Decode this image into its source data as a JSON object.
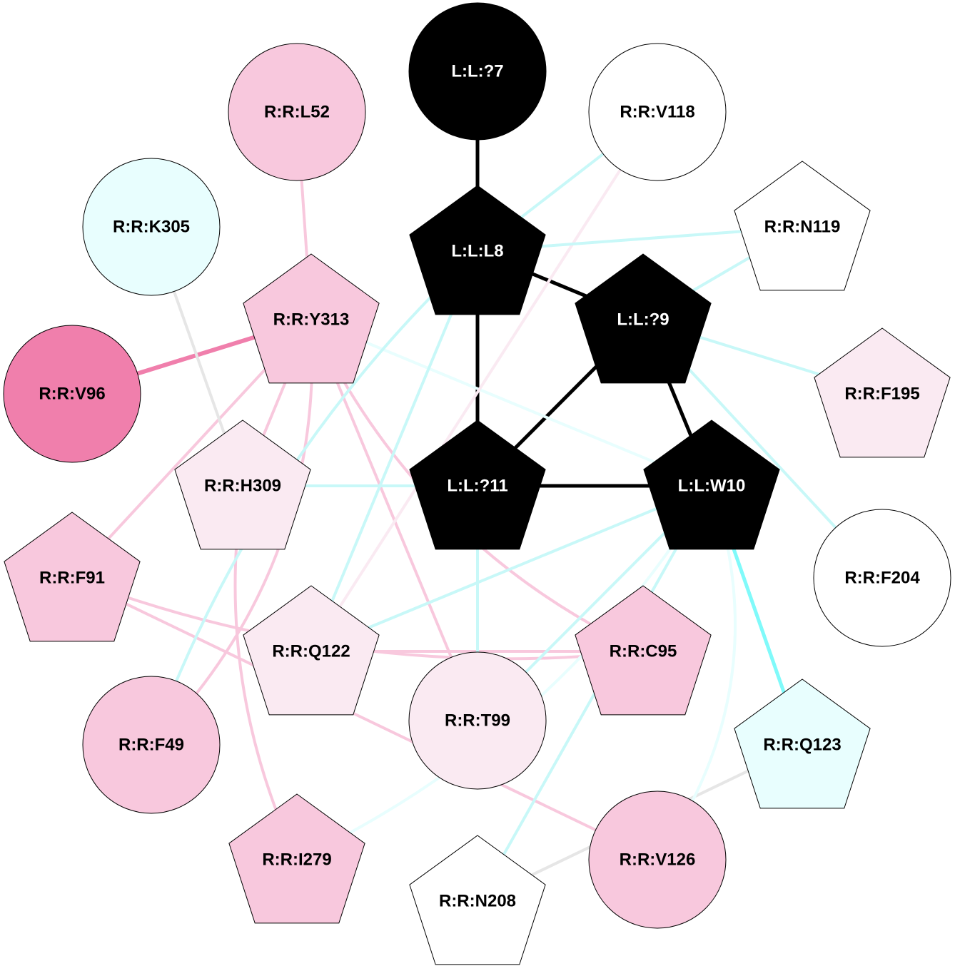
{
  "nodes": [
    {
      "id": "L:L:?7",
      "label": "L:L:?7",
      "shape": "circle",
      "fill": "#000000",
      "text_color": "#ffffff"
    },
    {
      "id": "L:L:L8",
      "label": "L:L:L8",
      "shape": "pentagon",
      "fill": "#000000",
      "text_color": "#ffffff"
    },
    {
      "id": "L:L:?9",
      "label": "L:L:?9",
      "shape": "pentagon",
      "fill": "#000000",
      "text_color": "#ffffff"
    },
    {
      "id": "L:L:?11",
      "label": "L:L:?11",
      "shape": "pentagon",
      "fill": "#000000",
      "text_color": "#ffffff"
    },
    {
      "id": "L:L:W10",
      "label": "L:L:W10",
      "shape": "pentagon",
      "fill": "#000000",
      "text_color": "#ffffff"
    },
    {
      "id": "R:R:L52",
      "label": "R:R:L52",
      "shape": "circle",
      "fill": "#f8c8dd",
      "text_color": "#000000"
    },
    {
      "id": "R:R:V118",
      "label": "R:R:V118",
      "shape": "circle",
      "fill": "#ffffff",
      "text_color": "#000000"
    },
    {
      "id": "R:R:K305",
      "label": "R:R:K305",
      "shape": "circle",
      "fill": "#e8fefe",
      "text_color": "#000000"
    },
    {
      "id": "R:R:N119",
      "label": "R:R:N119",
      "shape": "pentagon",
      "fill": "#ffffff",
      "text_color": "#000000"
    },
    {
      "id": "R:R:Y313",
      "label": "R:R:Y313",
      "shape": "pentagon",
      "fill": "#f8c8dd",
      "text_color": "#000000"
    },
    {
      "id": "R:R:V96",
      "label": "R:R:V96",
      "shape": "circle",
      "fill": "#f07fac",
      "text_color": "#000000"
    },
    {
      "id": "R:R:F195",
      "label": "R:R:F195",
      "shape": "pentagon",
      "fill": "#faeaf2",
      "text_color": "#000000"
    },
    {
      "id": "R:R:H309",
      "label": "R:R:H309",
      "shape": "pentagon",
      "fill": "#faeaf2",
      "text_color": "#000000"
    },
    {
      "id": "R:R:F91",
      "label": "R:R:F91",
      "shape": "pentagon",
      "fill": "#f8c8dd",
      "text_color": "#000000"
    },
    {
      "id": "R:R:F204",
      "label": "R:R:F204",
      "shape": "circle",
      "fill": "#ffffff",
      "text_color": "#000000"
    },
    {
      "id": "R:R:Q122",
      "label": "R:R:Q122",
      "shape": "pentagon",
      "fill": "#faeaf2",
      "text_color": "#000000"
    },
    {
      "id": "R:R:C95",
      "label": "R:R:C95",
      "shape": "pentagon",
      "fill": "#f8c8dd",
      "text_color": "#000000"
    },
    {
      "id": "R:R:T99",
      "label": "R:R:T99",
      "shape": "circle",
      "fill": "#faeaf2",
      "text_color": "#000000"
    },
    {
      "id": "R:R:F49",
      "label": "R:R:F49",
      "shape": "circle",
      "fill": "#f8c8dd",
      "text_color": "#000000"
    },
    {
      "id": "R:R:Q123",
      "label": "R:R:Q123",
      "shape": "pentagon",
      "fill": "#e8fefe",
      "text_color": "#000000"
    },
    {
      "id": "R:R:I279",
      "label": "R:R:I279",
      "shape": "pentagon",
      "fill": "#f8c8dd",
      "text_color": "#000000"
    },
    {
      "id": "R:R:N208",
      "label": "R:R:N208",
      "shape": "pentagon",
      "fill": "#ffffff",
      "text_color": "#000000"
    },
    {
      "id": "R:R:V126",
      "label": "R:R:V126",
      "shape": "circle",
      "fill": "#f8c8dd",
      "text_color": "#000000"
    }
  ],
  "edges": [
    {
      "source": "L:L:?7",
      "target": "L:L:L8",
      "color": "#000000"
    },
    {
      "source": "L:L:L8",
      "target": "L:L:?9",
      "color": "#000000"
    },
    {
      "source": "L:L:L8",
      "target": "L:L:?11",
      "color": "#000000"
    },
    {
      "source": "L:L:?9",
      "target": "L:L:?11",
      "color": "#000000"
    },
    {
      "source": "L:L:?9",
      "target": "L:L:W10",
      "color": "#000000"
    },
    {
      "source": "L:L:?11",
      "target": "L:L:W10",
      "color": "#000000"
    },
    {
      "source": "R:R:L52",
      "target": "R:R:Y313",
      "color": "#f8c8dd"
    },
    {
      "source": "R:R:Y313",
      "target": "R:R:V96",
      "color": "#f07fac"
    },
    {
      "source": "R:R:Y313",
      "target": "R:R:H309",
      "color": "#f8c8dd"
    },
    {
      "source": "R:R:Y313",
      "target": "R:R:F91",
      "color": "#f8c8dd"
    },
    {
      "source": "R:R:Y313",
      "target": "R:R:C95",
      "color": "#f8c8dd"
    },
    {
      "source": "R:R:Y313",
      "target": "R:R:T99",
      "color": "#f8c8dd"
    },
    {
      "source": "R:R:Y313",
      "target": "R:R:F49",
      "color": "#f8c8dd"
    },
    {
      "source": "R:R:Y313",
      "target": "L:L:W10",
      "color": "#e8fefe"
    },
    {
      "source": "R:R:K305",
      "target": "R:R:H309",
      "color": "#e6e6e6"
    },
    {
      "source": "R:R:H309",
      "target": "R:R:I279",
      "color": "#f8c8dd"
    },
    {
      "source": "R:R:H309",
      "target": "L:L:?11",
      "color": "#c8f8f8"
    },
    {
      "source": "R:R:F91",
      "target": "R:R:C95",
      "color": "#f8c8dd"
    },
    {
      "source": "R:R:F91",
      "target": "R:R:V126",
      "color": "#f8c8dd"
    },
    {
      "source": "R:R:Q122",
      "target": "R:R:C95",
      "color": "#f8c8dd"
    },
    {
      "source": "R:R:Q122",
      "target": "R:R:V118",
      "color": "#faeaf2"
    },
    {
      "source": "R:R:Q122",
      "target": "L:L:L8",
      "color": "#c8f8f8"
    },
    {
      "source": "R:R:Q122",
      "target": "L:L:W10",
      "color": "#c8f8f8"
    },
    {
      "source": "R:R:V118",
      "target": "L:L:L8",
      "color": "#c8f8f8"
    },
    {
      "source": "R:R:N119",
      "target": "L:L:L8",
      "color": "#c8f8f8"
    },
    {
      "source": "R:R:N119",
      "target": "L:L:?9",
      "color": "#c8f8f8"
    },
    {
      "source": "R:R:F195",
      "target": "L:L:?9",
      "color": "#c8f8f8"
    },
    {
      "source": "R:R:F204",
      "target": "L:L:?9",
      "color": "#c8f8f8"
    },
    {
      "source": "R:R:T99",
      "target": "L:L:?11",
      "color": "#c8f8f8"
    },
    {
      "source": "R:R:T99",
      "target": "L:L:W10",
      "color": "#c8f8f8"
    },
    {
      "source": "R:R:Q123",
      "target": "L:L:W10",
      "color": "#80fafa"
    },
    {
      "source": "R:R:Q123",
      "target": "R:R:N208",
      "color": "#e6e6e6"
    },
    {
      "source": "R:R:N208",
      "target": "L:L:W10",
      "color": "#c8f8f8"
    },
    {
      "source": "R:R:V126",
      "target": "L:L:W10",
      "color": "#e8fefe"
    },
    {
      "source": "R:R:I279",
      "target": "L:L:W10",
      "color": "#e8fefe"
    },
    {
      "source": "R:R:F49",
      "target": "L:L:L8",
      "color": "#c8f8f8"
    }
  ]
}
